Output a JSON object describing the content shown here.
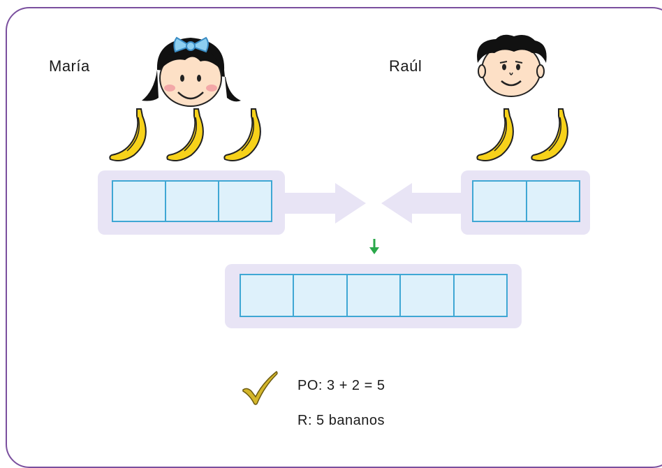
{
  "people": {
    "left": {
      "name": "María",
      "bananas": 3
    },
    "right": {
      "name": "Raúl",
      "bananas": 2
    }
  },
  "boxes": {
    "left_cells": 3,
    "right_cells": 2,
    "total_cells": 5
  },
  "answer": {
    "operation": "PO: 3 + 2 = 5",
    "response": "R: 5 bananos"
  },
  "icons": {
    "left_face": "girl-face-icon",
    "right_face": "boy-face-icon",
    "fruit": "banana-icon",
    "check": "checkmark-icon",
    "down_arrow": "down-arrow-icon"
  },
  "colors": {
    "frame": "#7a4f9e",
    "panel": "#e8e4f5",
    "cell_fill": "#def1fb",
    "cell_border": "#3fa7d4",
    "banana": "#f7d21a",
    "arrow": "#2aa84a"
  }
}
